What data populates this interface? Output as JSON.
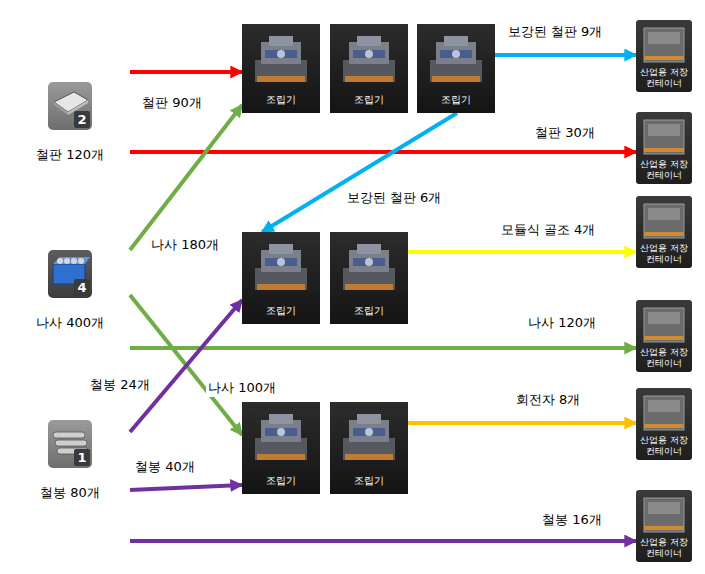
{
  "diagram": {
    "nodes": [
      {
        "text": [
          "2",
          "철판 120개"
        ]
      },
      {
        "text": [
          "4",
          "나사 400개"
        ]
      },
      {
        "text": [
          "1",
          "철봉 80개"
        ]
      },
      {
        "text": [
          "조립기"
        ]
      },
      {
        "text": [
          "조립기"
        ]
      },
      {
        "text": [
          "조립기"
        ]
      },
      {
        "text": [
          "조립기"
        ]
      },
      {
        "text": [
          "조립기"
        ]
      },
      {
        "text": [
          "조립기"
        ]
      },
      {
        "text": [
          "조립기"
        ]
      },
      {
        "text": [
          "산업용 저장 컨테이너"
        ]
      },
      {
        "text": [
          "산업용 저장 컨테이너"
        ]
      },
      {
        "text": [
          "산업용 저장 컨테이너"
        ]
      },
      {
        "text": [
          "산업용 저장 컨테이너"
        ]
      },
      {
        "text": [
          "산업용 저장 컨테이너"
        ]
      },
      {
        "text": [
          "산업용 저장 컨테이너"
        ]
      }
    ],
    "edges": [
      {
        "from": 0,
        "to": 3,
        "label": "철판 90개",
        "arrow": "to"
      },
      {
        "from": 0,
        "to": 11,
        "label": "철판 30개",
        "arrow": "to"
      },
      {
        "from": 1,
        "to": 3,
        "label": "나사 180개",
        "arrow": "to"
      },
      {
        "from": 1,
        "to": 8,
        "label": "나사 100개",
        "arrow": "to"
      },
      {
        "from": 1,
        "to": 13,
        "label": "나사 120개",
        "arrow": "to"
      },
      {
        "from": 2,
        "to": 6,
        "label": "철봉 24개",
        "arrow": "to"
      },
      {
        "from": 2,
        "to": 8,
        "label": "철봉 40개",
        "arrow": "to"
      },
      {
        "from": 2,
        "to": 15,
        "label": "철봉 16개",
        "arrow": "to"
      },
      {
        "from": 5,
        "to": 10,
        "label": "보강된 철판 9개",
        "arrow": "to"
      },
      {
        "from": 5,
        "to": 6,
        "label": "보강된 철판 6개",
        "arrow": "to"
      },
      {
        "from": 7,
        "to": 12,
        "label": "모듈식 골조 4개",
        "arrow": "to"
      },
      {
        "from": 9,
        "to": 14,
        "label": "회전자 8개",
        "arrow": "to"
      }
    ]
  }
}
